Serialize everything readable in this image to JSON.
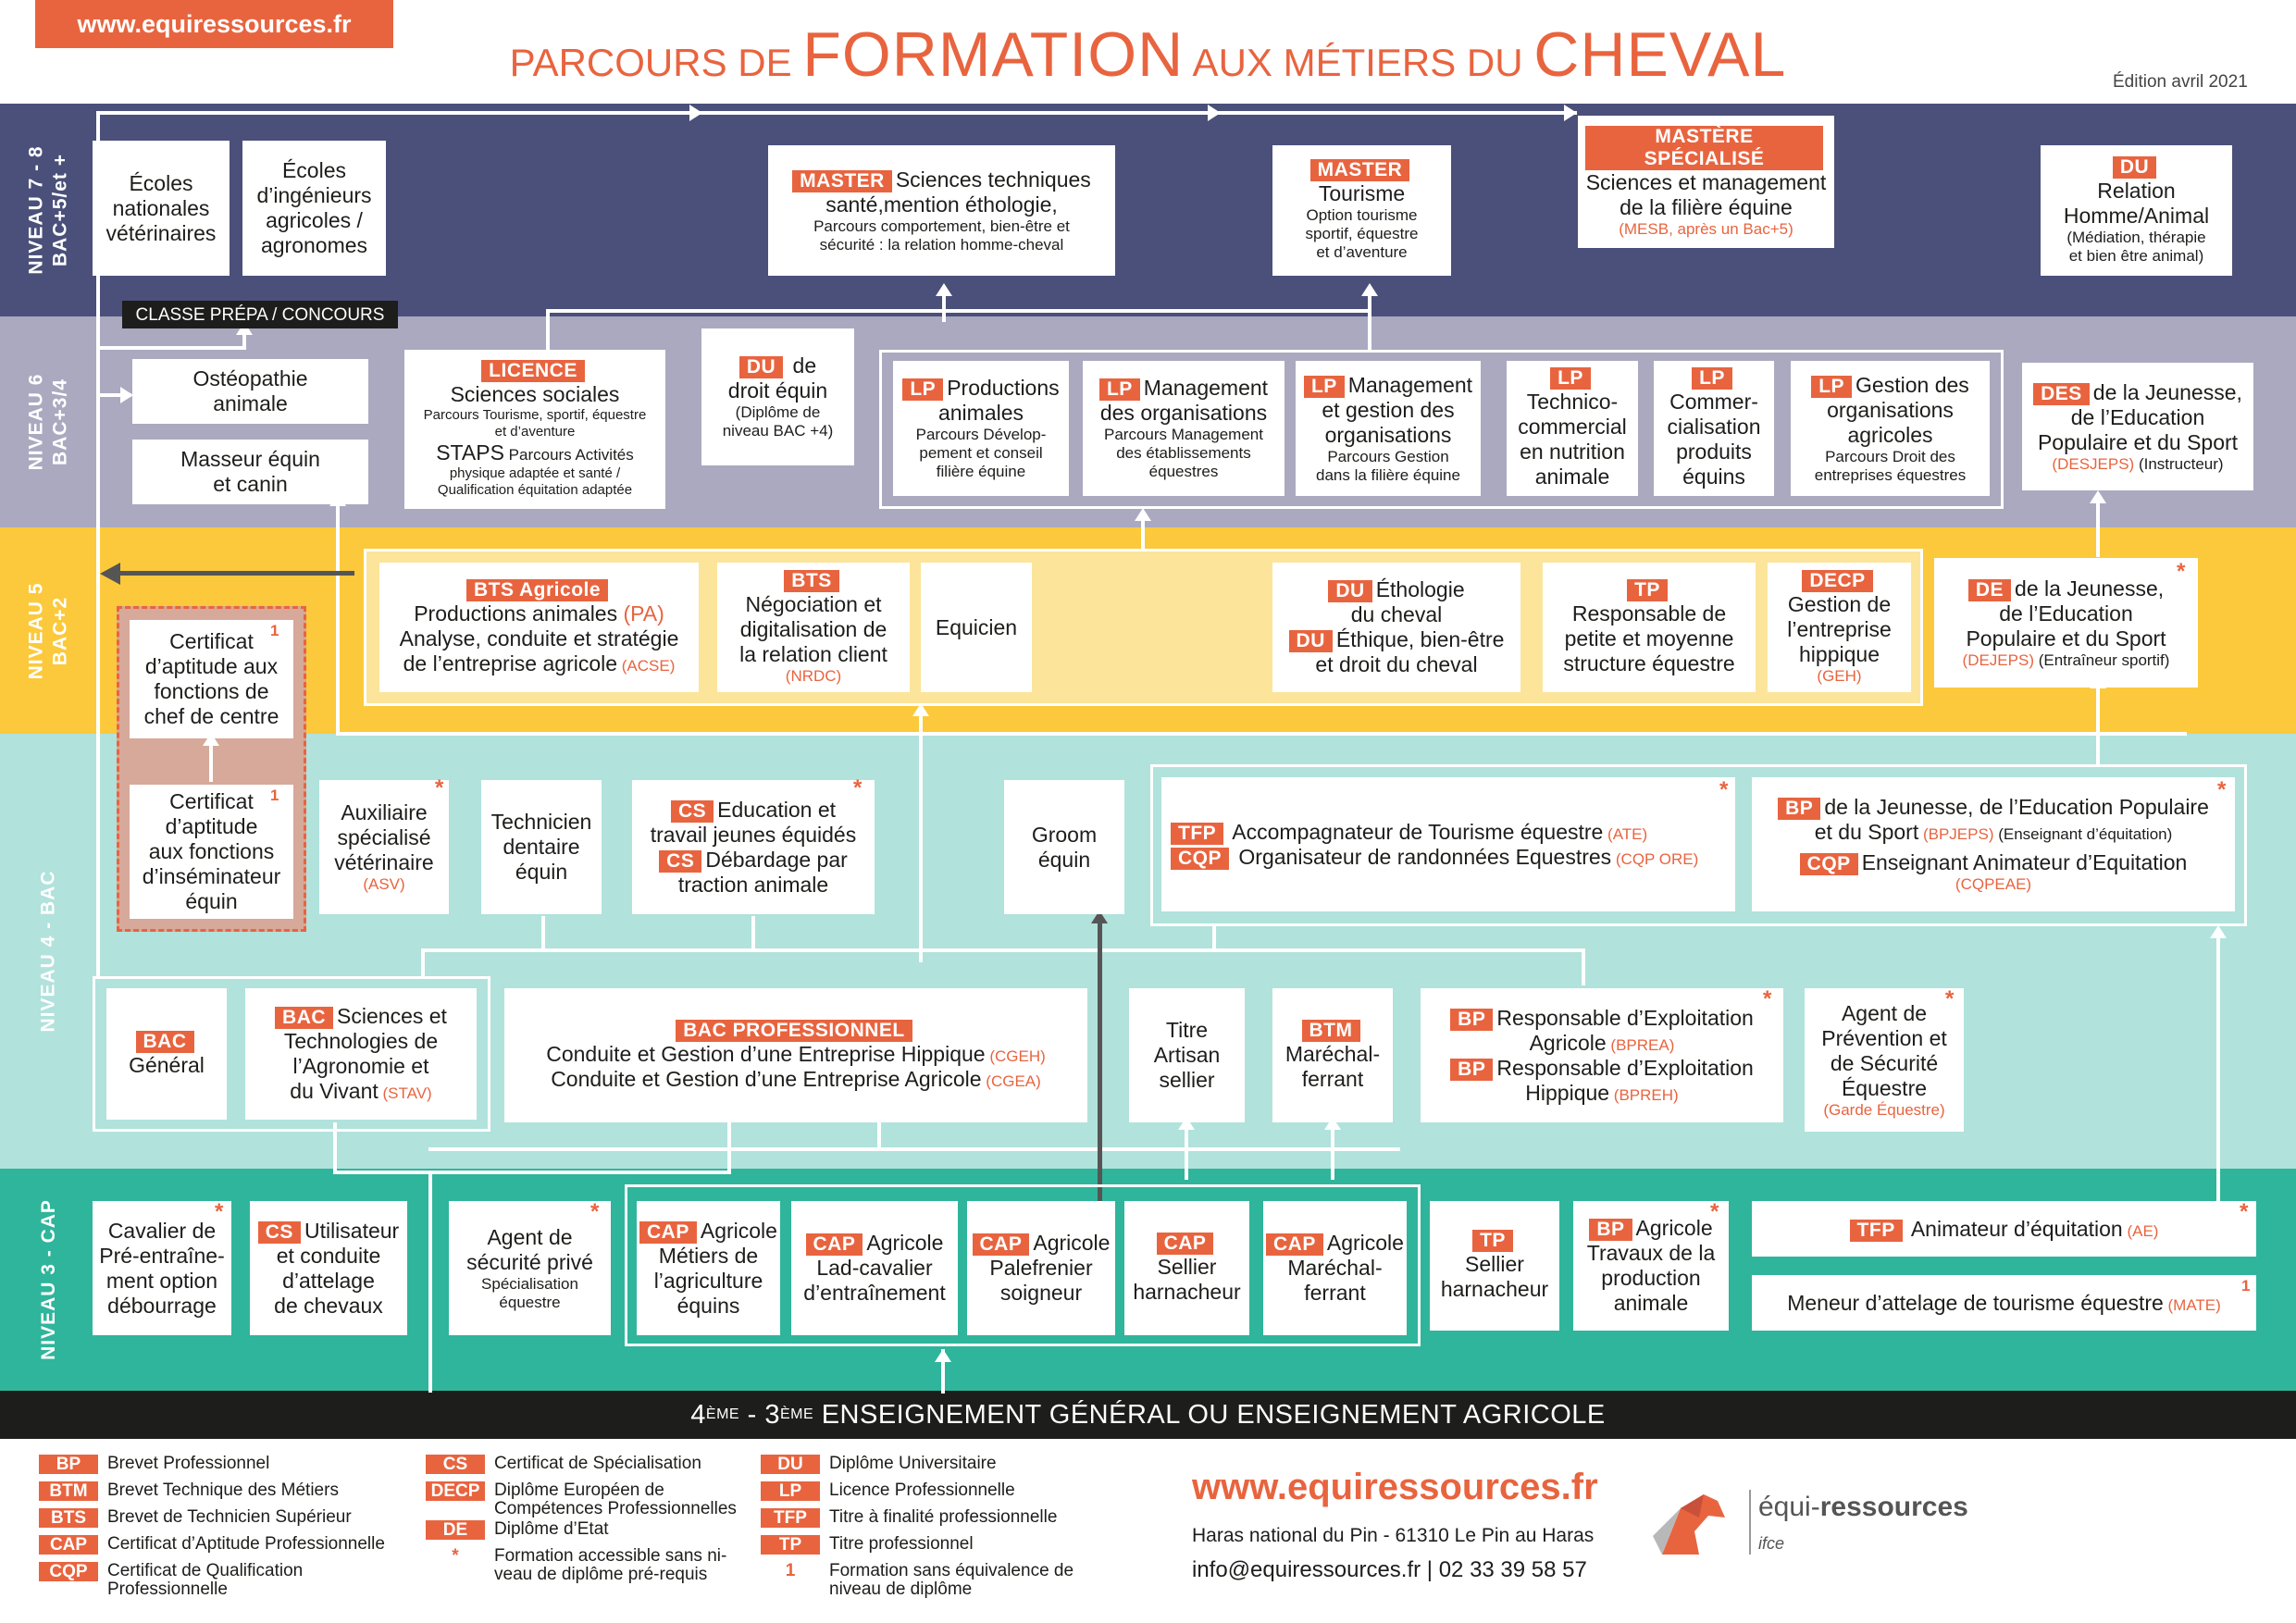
{
  "header": {
    "url_tab": "www.equiressources.fr",
    "title_a": "PARCOURS DE ",
    "title_b": "FORMATION",
    "title_c": " AUX MÉTIERS DU ",
    "title_d": "CHEVAL",
    "edition": "Édition avril 2021"
  },
  "levels": {
    "l78": "NIVEAU 7 - 8\nBAC+5/et +",
    "l6": "NIVEAU 6\nBAC+3/4",
    "l5": "NIVEAU 5\nBAC+2",
    "l4": "NIVEAU 4 - BAC",
    "l3": "NIVEAU 3 - CAP"
  },
  "colors": {
    "level78": "#4a5079",
    "level6": "#aaa9c0",
    "level5": "#fbc93b",
    "level4": "#b1e2dc",
    "level3": "#2fb59b",
    "accent": "#e8643f",
    "footer_bar": "#1d1d1b"
  },
  "n78": {
    "veto": "Écoles\nnationales\nvétérinaires",
    "inge": "Écoles\nd’ingénieurs\nagricoles /\nagronomes",
    "prepa": "CLASSE PRÉPA / CONCOURS",
    "m1_tag": "MASTER",
    "m1_title": "Sciences techniques",
    "m1_sub": "santé,mention éthologie,",
    "m1_desc": "Parcours comportement, bien-être et\nsécurité : la relation homme-cheval",
    "m2_tag": "MASTER",
    "m2_title": "Tourisme",
    "m2_desc": "Option tourisme\nsportif, équestre\net d’aventure",
    "ms_tag": "MASTÈRE SPÉCIALISÉ",
    "ms_title": "Sciences et management\nde la filière équine",
    "ms_note": "(MESB, après un Bac+5)",
    "du_tag": "DU",
    "du_title": "Relation\nHomme/Animal",
    "du_desc": "(Médiation, thérapie\net bien être animal)"
  },
  "n6": {
    "osteo": "Ostéopathie\nanimale",
    "masseur": "Masseur équin\net canin",
    "lic_tag": "LICENCE",
    "lic_title": "Sciences sociales",
    "lic_desc": "Parcours Tourisme, sportif, équestre\net d’aventure",
    "staps": "STAPS",
    "staps_desc1": " Parcours Activités",
    "staps_desc2": "physique adaptée et santé /\nQualification équitation adaptée",
    "du_tag": "DU",
    "du_a": " de",
    "du_b": "droit équin",
    "du_c": "(Diplôme de\nniveau BAC +4)",
    "lp1_tag": "LP",
    "lp1_a": "Productions",
    "lp1_b": "animales",
    "lp1_c": "Parcours Dévelop-\npement et conseil\nfilière équine",
    "lp2_tag": "LP",
    "lp2_a": "Management",
    "lp2_b": "des organisations",
    "lp2_c": "Parcours Management\ndes établissements\néquestres",
    "lp3_tag": "LP",
    "lp3_a": "Management",
    "lp3_b": "et gestion des\norganisations",
    "lp3_c": "Parcours Gestion\ndans la filière équine",
    "lp4_tag": "LP",
    "lp4_b": "Technico-\ncommercial\nen nutrition\nanimale",
    "lp5_tag": "LP",
    "lp5_b": "Commer-\ncialisation\nproduits\néquins",
    "lp6_tag": "LP",
    "lp6_a": "Gestion des",
    "lp6_b": "organisations\nagricoles",
    "lp6_c": "Parcours Droit des\nentreprises équestres",
    "des_tag": "DES",
    "des_a": "de la Jeunesse,",
    "des_b": "de l’Education\nPopulaire et du Sport",
    "des_c": "(DESJEPS)",
    "des_d": " (Instructeur)"
  },
  "n5": {
    "bts1_tag": "BTS Agricole",
    "bts1_l1": "Productions animales",
    "bts1_l1n": " (PA)",
    "bts1_l2": "Analyse, conduite et stratégie\nde l’entreprise agricole",
    "bts1_l2n": " (ACSE)",
    "bts2_tag": "BTS",
    "bts2_l": "Négociation et\ndigitalisation de\nla relation client",
    "bts2_n": "(NRDC)",
    "equicien": "Equicien",
    "du1_tag": "DU",
    "du1_a": "Éthologie",
    "du1_b": "du cheval",
    "du2_tag": "DU",
    "du2_a": "Éthique, bien-être",
    "du2_b": "et droit du cheval",
    "tp_tag": "TP",
    "tp_l": "Responsable de\npetite et moyenne\nstructure équestre",
    "decp_tag": "DECP",
    "decp_l": "Gestion de\nl’entreprise\nhippique",
    "decp_n": "(GEH)",
    "de_tag": "DE",
    "de_a": "de la Jeunesse,",
    "de_b": "de l’Education\nPopulaire et du Sport",
    "de_c": "(DEJEPS)",
    "de_d": " (Entraîneur sportif)",
    "cert_chef": "Certificat\nd’aptitude aux\nfonctions de\nchef de centre",
    "cert_insem": "Certificat\nd’aptitude\naux fonctions\nd’inséminateur\néquin"
  },
  "n4": {
    "asv": "Auxiliaire\nspécialisé\nvétérinaire",
    "asv_n": "(ASV)",
    "techdent": "Technicien\ndentaire\néquin",
    "cs1_tag": "CS",
    "cs1_a": "Education et",
    "cs1_b": "travail jeunes équidés",
    "cs2_tag": "CS",
    "cs2_a": "Débardage par",
    "cs2_b": "traction animale",
    "groom": "Groom\néquin",
    "tfp_tag": "TFP",
    "tfp_l": "Accompagnateur de Tourisme équestre",
    "tfp_n": " (ATE)",
    "cqp_tag": "CQP",
    "cqp_l": "Organisateur de randonnées Equestres",
    "cqp_n": " (CQP ORE)",
    "bp1_tag": "BP",
    "bp1_a": "de la Jeunesse, de l’Education Populaire",
    "bp1_b": "et du Sport",
    "bp1_n": " (BPJEPS)",
    "bp1_d": " (Enseignant d’équitation)",
    "cqp2_tag": "CQP",
    "cqp2_l": "Enseignant Animateur d’Equitation",
    "cqp2_n": "(CQPEAE)",
    "bacg_tag": "BAC",
    "bacg_l": "Général",
    "stav_tag": "BAC",
    "stav_a": "Sciences et",
    "stav_b": "Technologies de\nl’Agronomie et\ndu Vivant",
    "stav_n": " (STAV)",
    "bacpro_tag": "BAC PROFESSIONNEL",
    "bacpro_l1": "Conduite et Gestion d’une Entreprise Hippique",
    "bacpro_l1n": " (CGEH)",
    "bacpro_l2": "Conduite et Gestion d’une Entreprise Agricole",
    "bacpro_l2n": " (CGEA)",
    "artisan": "Titre\nArtisan\nsellier",
    "btm_tag": "BTM",
    "btm_l": "Maréchal-\nferrant",
    "bp2_tag": "BP",
    "bp2_a": "Responsable d’Exploitation",
    "bp2_b": "Agricole",
    "bp2_n": " (BPREA)",
    "bp3_tag": "BP",
    "bp3_a": "Responsable d’Exploitation",
    "bp3_b": "Hippique",
    "bp3_n": " (BPREH)",
    "garde": "Agent de\nPrévention et\nde Sécurité\nÉquestre",
    "garde_n": "(Garde Équestre)"
  },
  "n3": {
    "cavalier": "Cavalier de\nPré-entraîne-\nment option\ndébourrage",
    "cs_tag": "CS",
    "cs_a": "Utilisateur",
    "cs_b": "et conduite\nd’attelage\nde chevaux",
    "agent": "Agent de\nsécurité privé",
    "agent_n": "Spécialisation\néquestre",
    "cap1_tag": "CAP",
    "cap1_a": "Agricole",
    "cap1_b": "Métiers de\nl’agriculture\néquins",
    "cap2_tag": "CAP",
    "cap2_a": "Agricole",
    "cap2_b": "Lad-cavalier\nd’entraînement",
    "cap3_tag": "CAP",
    "cap3_a": "Agricole",
    "cap3_b": "Palefrenier\nsoigneur",
    "cap4_tag": "CAP",
    "cap4_b": "Sellier\nharnacheur",
    "cap5_tag": "CAP",
    "cap5_a": "Agricole",
    "cap5_b": "Maréchal-\nferrant",
    "tp_tag": "TP",
    "tp_b": "Sellier\nharnacheur",
    "bp_tag": "BP",
    "bp_a": "Agricole",
    "bp_b": "Travaux de la\nproduction\nanimale",
    "tfp_tag": "TFP",
    "tfp_l": "Animateur d’équitation",
    "tfp_n": " (AE)",
    "mate_l": "Meneur d’attelage de tourisme équestre",
    "mate_n": " (MATE)"
  },
  "base": {
    "grade": "4",
    "grade_sup": "ÈME",
    "sep": " - 3",
    "grade_sup2": "ÈME",
    "text": " ENSEIGNEMENT GÉNÉRAL OU ENSEIGNEMENT AGRICOLE"
  },
  "legend": [
    {
      "abbr": "BP",
      "label": "Brevet Professionnel"
    },
    {
      "abbr": "BTM",
      "label": "Brevet Technique des Métiers"
    },
    {
      "abbr": "BTS",
      "label": "Brevet de Technicien Supérieur"
    },
    {
      "abbr": "CAP",
      "label": "Certificat d’Aptitude Professionnelle"
    },
    {
      "abbr": "CQP",
      "label": "Certificat de Qualification\nProfessionnelle"
    },
    {
      "abbr": "CS",
      "label": "Certificat de Spécialisation"
    },
    {
      "abbr": "DECP",
      "label": "Diplôme Européen de\nCompétences Professionnelles"
    },
    {
      "abbr": "DE",
      "label": "Diplôme d’Etat"
    },
    {
      "abbr": "*",
      "label": "Formation accessible sans ni-\nveau de diplôme pré-requis"
    },
    {
      "abbr": "DU",
      "label": "Diplôme Universitaire"
    },
    {
      "abbr": "LP",
      "label": "Licence Professionnelle"
    },
    {
      "abbr": "TFP",
      "label": "Titre à finalité professionnelle"
    },
    {
      "abbr": "TP",
      "label": "Titre professionnel"
    },
    {
      "abbr": "1",
      "label": "Formation sans équivalence de\nniveau de diplôme"
    }
  ],
  "footer": {
    "url": "www.equiressources.fr",
    "address": "Haras national du Pin - 61310 Le Pin au Haras",
    "contact": "info@equiressources.fr | 02 33 39 58 57",
    "logo_a": "équi-",
    "logo_b": "ressources",
    "logo_c": "ifce",
    "logo_icon": "horse-head-icon"
  },
  "marks": {
    "star": "*",
    "one": "1"
  }
}
